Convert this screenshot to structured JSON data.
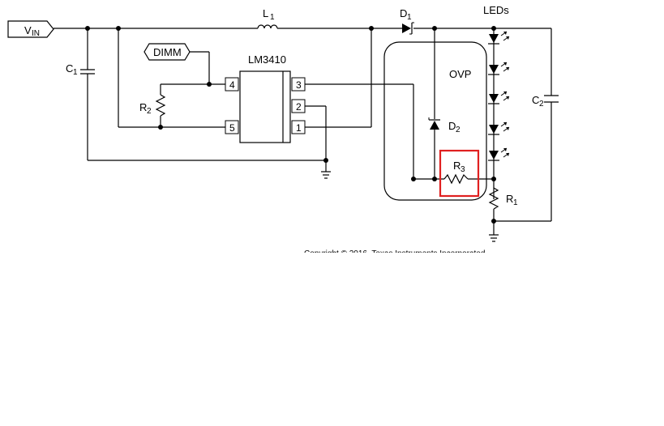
{
  "schematic": {
    "vin_label": "V",
    "vin_sub": "IN",
    "dimm_label": "DIMM",
    "ic_name": "LM3410",
    "pins": {
      "p1": "1",
      "p2": "2",
      "p3": "3",
      "p4": "4",
      "p5": "5"
    },
    "l1": {
      "letter": "L",
      "sub": "1"
    },
    "d1": {
      "letter": "D",
      "sub": "1"
    },
    "leds_label": "LEDs",
    "c1": {
      "letter": "C",
      "sub": "1"
    },
    "c2": {
      "letter": "C",
      "sub": "2"
    },
    "r1": {
      "letter": "R",
      "sub": "1"
    },
    "r2": {
      "letter": "R",
      "sub": "2"
    },
    "r3": {
      "letter": "R",
      "sub": "3"
    },
    "d2": {
      "letter": "D",
      "sub": "2"
    },
    "ovp_label": "OVP",
    "copyright": "Copyright © 2016, Texas Instruments Incorporated",
    "highlight_color": "#e02020"
  }
}
